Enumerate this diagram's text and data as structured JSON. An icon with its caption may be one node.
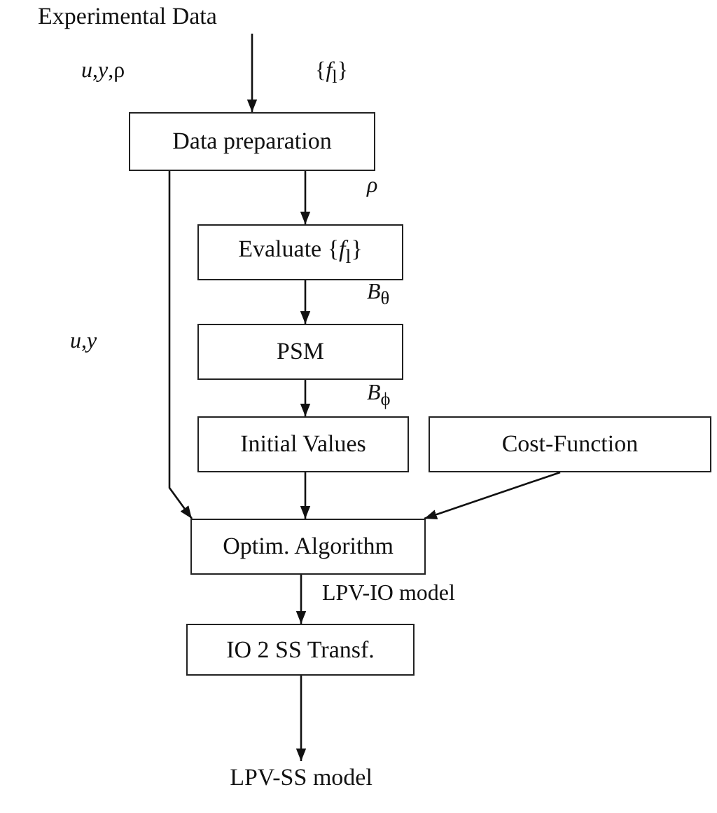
{
  "diagram": {
    "nodes": [
      {
        "text": [
          "Experimental Data"
        ]
      },
      {
        "text": [
          "Data preparation"
        ]
      },
      {
        "text": [
          "Evaluate {*f*$_{l}$}"
        ]
      },
      {
        "text": [
          "PSM"
        ]
      },
      {
        "text": [
          "Initial Values"
        ]
      },
      {
        "text": [
          "Cost-Function"
        ]
      },
      {
        "text": [
          "Optim. Algorithm"
        ]
      },
      {
        "text": [
          "IO 2 SS Transf."
        ]
      },
      {
        "text": [
          "LPV-SS model"
        ]
      }
    ],
    "edges": [
      {
        "from": 0,
        "to": 1,
        "arrow": "to"
      },
      {
        "from": 1,
        "to": 2,
        "arrow": "to",
        "label": "ρ"
      },
      {
        "from": 2,
        "to": 3,
        "arrow": "to",
        "label": "*B*$_{θ}$"
      },
      {
        "from": 3,
        "to": 4,
        "arrow": "to",
        "label": "*B*$_{ϕ}$"
      },
      {
        "from": 1,
        "to": 6,
        "arrow": "to",
        "label": "*u*,*y*"
      },
      {
        "from": 4,
        "to": 6,
        "arrow": "to"
      },
      {
        "from": 5,
        "to": 6,
        "arrow": "to"
      },
      {
        "from": 6,
        "to": 7,
        "arrow": "to",
        "label": "LPV-IO model"
      },
      {
        "from": 7,
        "to": 8,
        "arrow": "to"
      }
    ],
    "labels": [
      "*u*,*y*,ρ",
      "{*f*$_{l}$}"
    ]
  }
}
